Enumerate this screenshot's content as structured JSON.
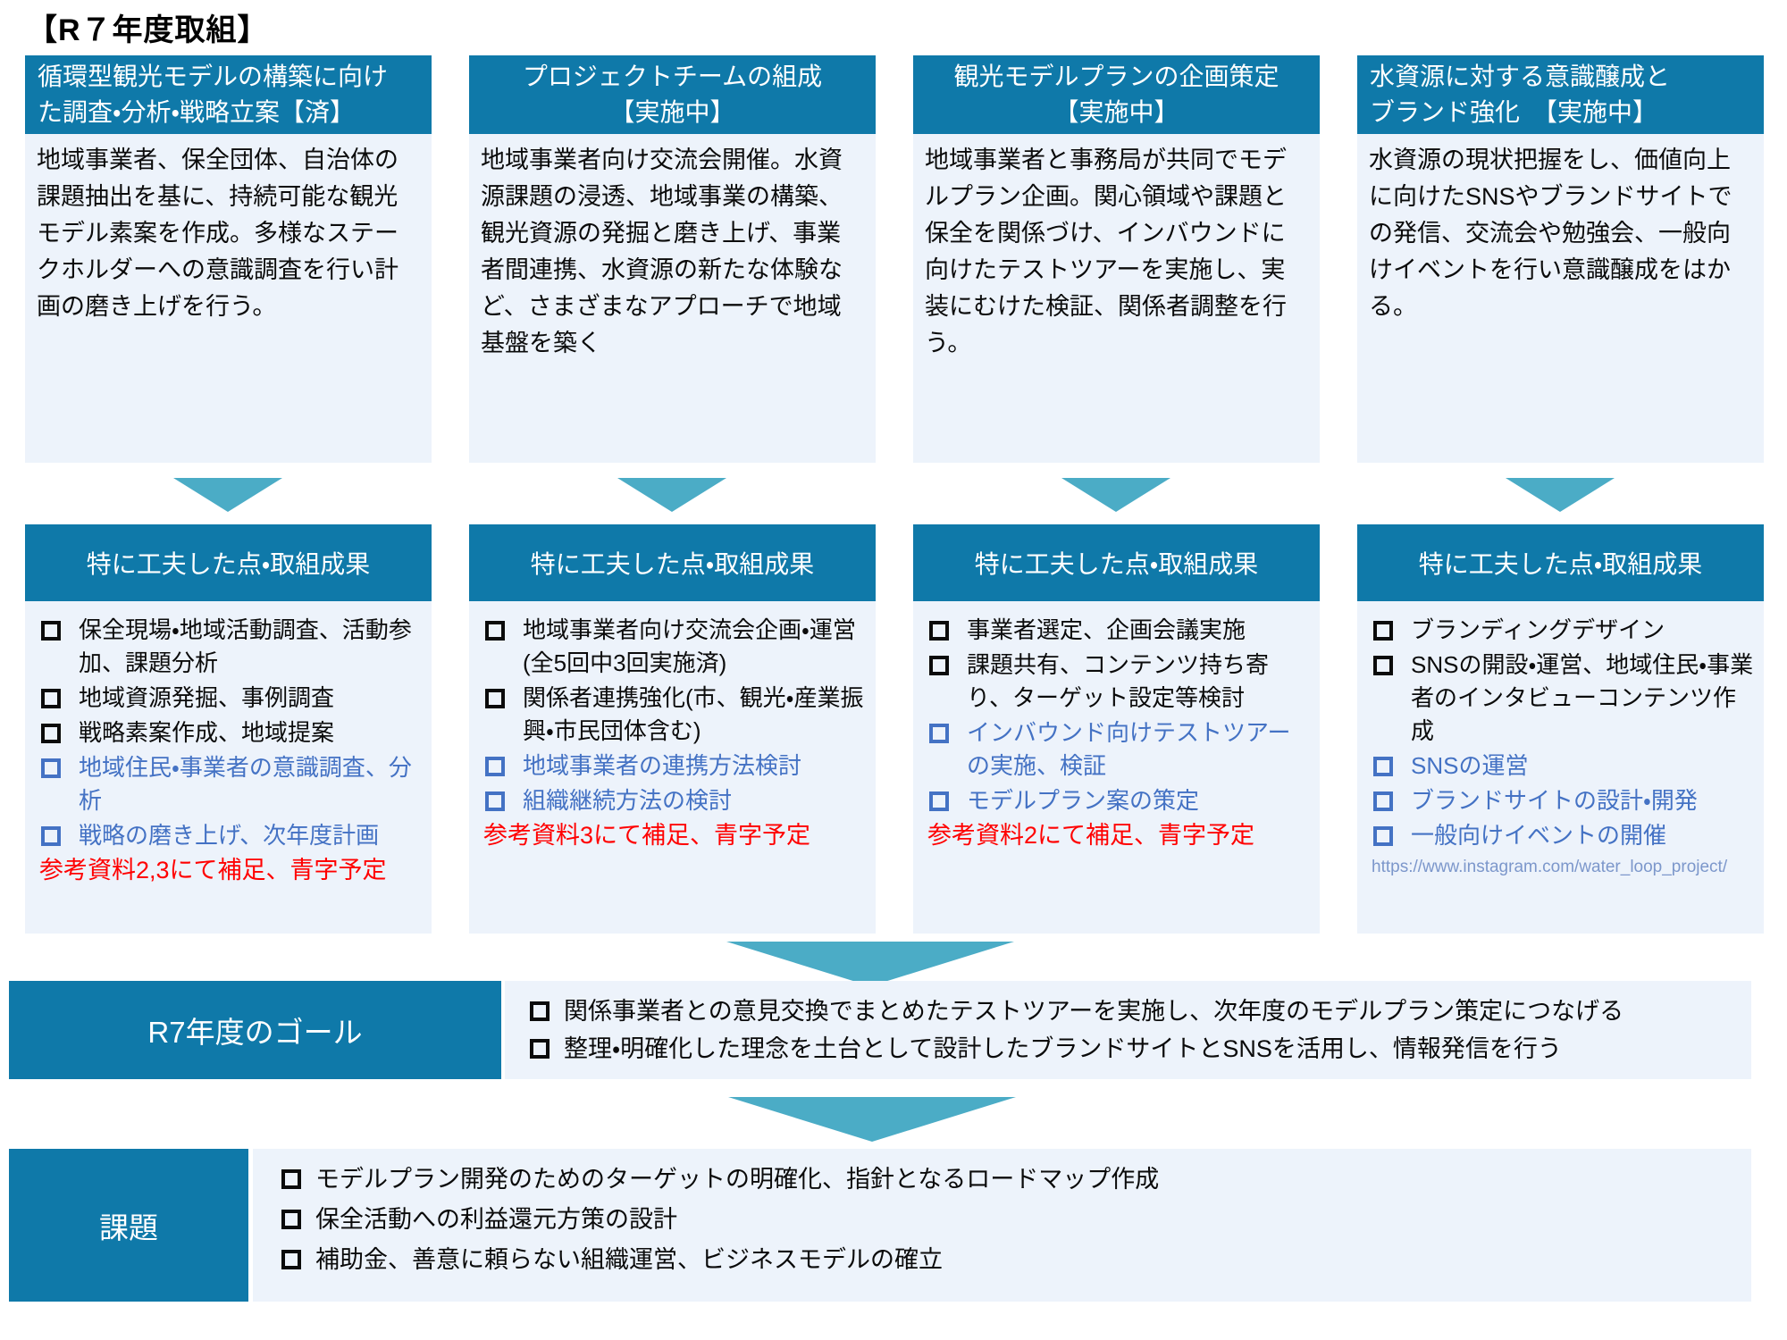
{
  "page_title": "【R７年度取組】",
  "colors": {
    "header_bg": "#0F79A9",
    "panel_bg": "#EDF3FB",
    "arrow": "#4BACC6",
    "text_black": "#0B0B0B",
    "text_blue": "#4472C4",
    "text_red": "#FF0000",
    "text_link": "#7C97CB",
    "header_text": "#FFFFFF"
  },
  "results_header": "特に工夫した点・取組成果",
  "columns": [
    {
      "header": "循環型観光モデルの構築に向け\nた調査・分析・戦略立案【済】",
      "header_align": "left",
      "body": "地域事業者、保全団体、自治体の課題抽出を基に、持続可能な観光モデル素案を作成。多様なステークホルダーへの意識調査を行い計画の磨き上げを行う。",
      "results_header": "特に工夫した点・取組成果",
      "results": [
        {
          "text": "保全現場・地域活動調査、活動参加、課題分析",
          "color": "black"
        },
        {
          "text": "地域資源発掘、事例調査",
          "color": "black"
        },
        {
          "text": "戦略素案作成、地域提案",
          "color": "black"
        },
        {
          "text": "地域住民・事業者の意識調査、分析",
          "color": "blue"
        },
        {
          "text": "戦略の磨き上げ、次年度計画",
          "color": "blue"
        }
      ],
      "note": "参考資料2,3にて補足、青字予定",
      "link": ""
    },
    {
      "header": "プロジェクトチームの組成\n【実施中】",
      "header_align": "center",
      "body": "地域事業者向け交流会開催。水資源課題の浸透、地域事業の構築、観光資源の発掘と磨き上げ、事業者間連携、水資源の新たな体験など、さまざまなアプローチで地域基盤を築く",
      "results_header": "特に工夫した点・取組成果",
      "results": [
        {
          "text": "地域事業者向け交流会企画・運営(全5回中3回実施済)",
          "color": "black"
        },
        {
          "text": "関係者連携強化(市、観光・産業振興・市民団体含む)",
          "color": "black"
        },
        {
          "text": "地域事業者の連携方法検討",
          "color": "blue"
        },
        {
          "text": "組織継続方法の検討",
          "color": "blue"
        }
      ],
      "note": "参考資料3にて補足、青字予定",
      "link": ""
    },
    {
      "header": "観光モデルプランの企画策定\n【実施中】",
      "header_align": "center",
      "body": "地域事業者と事務局が共同でモデルプラン企画。関心領域や課題と保全を関係づけ、インバウンドに向けたテストツアーを実施し、実装にむけた検証、関係者調整を行う。",
      "results_header": "特に工夫した点・取組成果",
      "results": [
        {
          "text": "事業者選定、企画会議実施",
          "color": "black"
        },
        {
          "text": "課題共有、コンテンツ持ち寄り、ターゲット設定等検討",
          "color": "black"
        },
        {
          "text": "インバウンド向けテストツアーの実施、検証",
          "color": "blue"
        },
        {
          "text": "モデルプラン案の策定",
          "color": "blue"
        }
      ],
      "note": "参考資料2にて補足、青字予定",
      "link": ""
    },
    {
      "header": "水資源に対する意識醸成と\nブランド強化　【実施中】",
      "header_align": "left",
      "body": "水資源の現状把握をし、価値向上に向けたSNSやブランドサイトでの発信、交流会や勉強会、一般向けイベントを行い意識醸成をはかる。",
      "results_header": "特に工夫した点・取組成果",
      "results": [
        {
          "text": "ブランディングデザイン",
          "color": "black"
        },
        {
          "text": "SNSの開設・運営、地域住民・事業者のインタビューコンテンツ作成",
          "color": "black"
        },
        {
          "text": "SNSの運営",
          "color": "blue"
        },
        {
          "text": "ブランドサイトの設計・開発",
          "color": "blue"
        },
        {
          "text": "一般向けイベントの開催",
          "color": "blue"
        }
      ],
      "note": "",
      "link": "https://www.instagram.com/water_loop_project/"
    }
  ],
  "goal": {
    "label": "R7年度のゴール",
    "items": [
      {
        "text": "関係事業者との意見交換でまとめたテストツアーを実施し、次年度のモデルプラン策定につなげる",
        "color": "black"
      },
      {
        "text": "整理・明確化した理念を土台として設計したブランドサイトとSNSを活用し、情報発信を行う",
        "color": "black"
      }
    ]
  },
  "issues": {
    "label": "課題",
    "items": [
      {
        "text": "モデルプラン開発のためのターゲットの明確化、指針となるロードマップ作成",
        "color": "black"
      },
      {
        "text": "保全活動への利益還元方策の設計",
        "color": "black"
      },
      {
        "text": "補助金、善意に頼らない組織運営、ビジネスモデルの確立",
        "color": "black"
      }
    ]
  }
}
